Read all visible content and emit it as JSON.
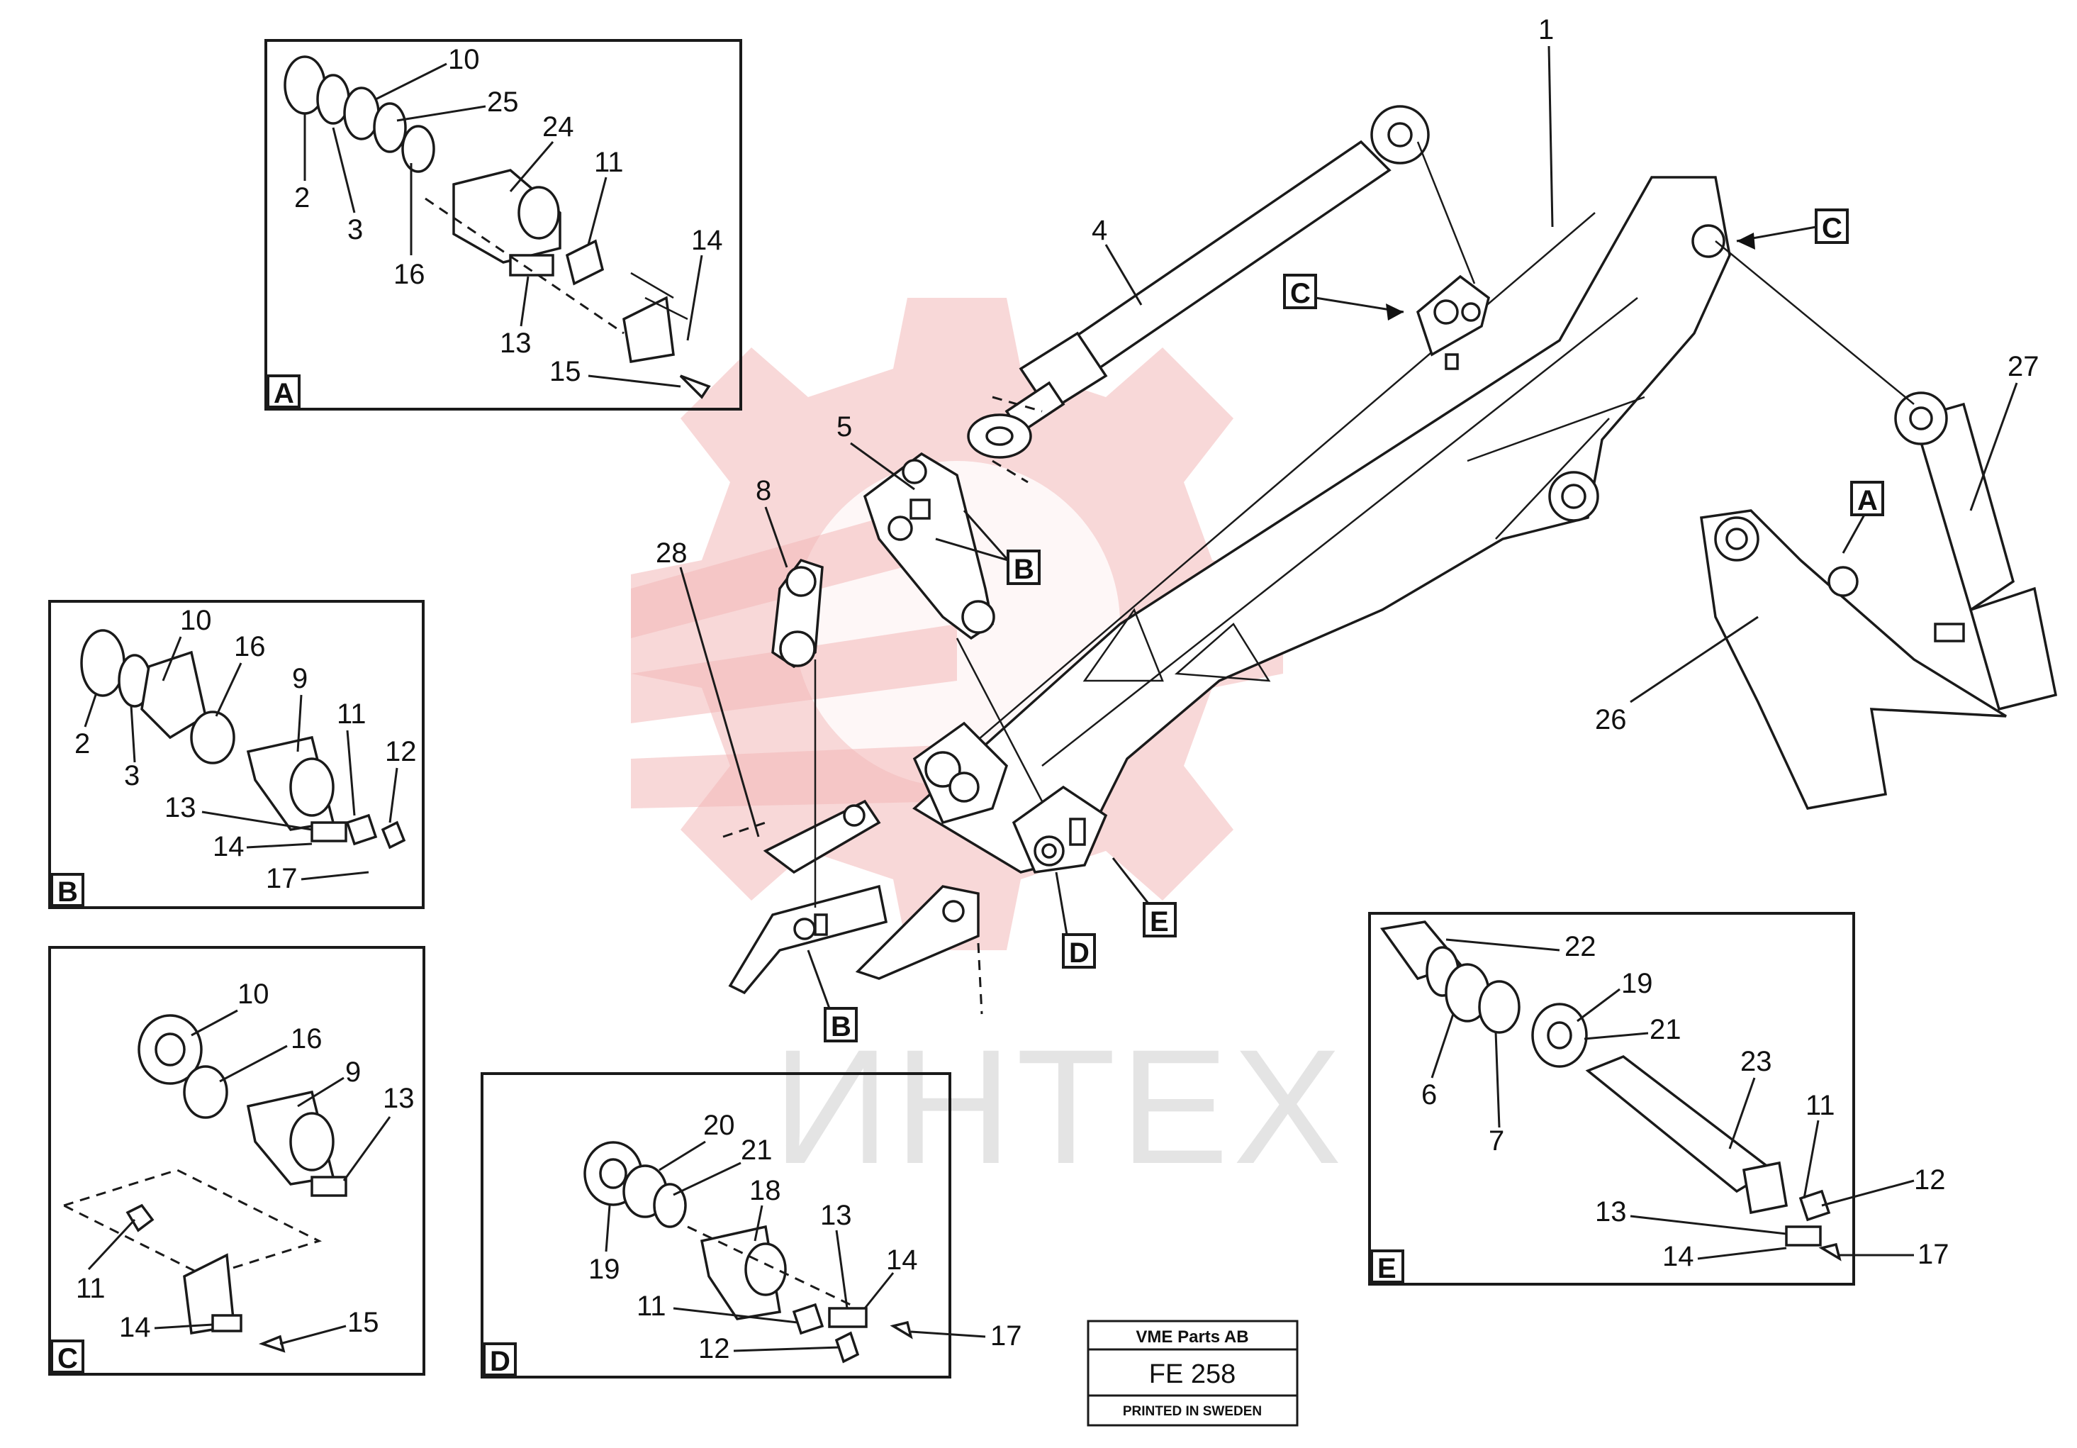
{
  "watermark": {
    "text": "ИНТЕХ",
    "color": "#f2b8b8"
  },
  "title_block": {
    "company": "VME Parts AB",
    "code": "FE 258",
    "printed": "PRINTED IN SWEDEN"
  },
  "detail_letters": {
    "a": "A",
    "b": "B",
    "c": "C",
    "d": "D",
    "e": "E"
  },
  "main_callouts": {
    "n1": "1",
    "n4": "4",
    "n5": "5",
    "n8": "8",
    "n26": "26",
    "n27": "27",
    "n28": "28",
    "ref_c1": "C",
    "ref_c2": "C",
    "ref_b1": "B",
    "ref_b2": "B",
    "ref_a": "A",
    "ref_d": "D",
    "ref_e": "E"
  },
  "detail_a_labels": {
    "n10": "10",
    "n25": "25",
    "n24": "24",
    "n11": "11",
    "n2": "2",
    "n3": "3",
    "n16": "16",
    "n14": "14",
    "n13": "13",
    "n15": "15"
  },
  "detail_b_labels": {
    "n10": "10",
    "n16": "16",
    "n9": "9",
    "n11": "11",
    "n12": "12",
    "n2": "2",
    "n3": "3",
    "n13": "13",
    "n14": "14",
    "n17": "17"
  },
  "detail_c_labels": {
    "n10": "10",
    "n16": "16",
    "n9": "9",
    "n13": "13",
    "n11": "11",
    "n14": "14",
    "n15": "15"
  },
  "detail_d_labels": {
    "n20": "20",
    "n21": "21",
    "n18": "18",
    "n13": "13",
    "n14": "14",
    "n19": "19",
    "n11": "11",
    "n12": "12",
    "n17": "17"
  },
  "detail_e_labels": {
    "n22": "22",
    "n19": "19",
    "n21": "21",
    "n23": "23",
    "n6": "6",
    "n7": "7",
    "n11": "11",
    "n12": "12",
    "n13": "13",
    "n14": "14",
    "n17": "17"
  }
}
